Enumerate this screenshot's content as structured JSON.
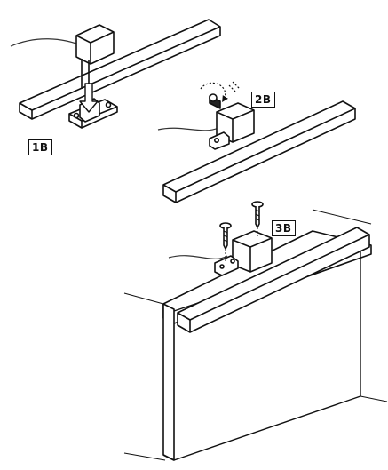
{
  "steps": [
    {
      "id": "step-1",
      "label": "1B"
    },
    {
      "id": "step-2",
      "label": "2B"
    },
    {
      "id": "step-3",
      "label": "3B"
    }
  ],
  "colors": {
    "line": "#111111",
    "bar_face": "#ffffff",
    "bar_dark": "#222222",
    "cable": "#333333",
    "rotate_arrow": "#111111"
  },
  "icons": [
    "down-arrow-icon",
    "rotate-arrow-icon",
    "screw-icon"
  ]
}
